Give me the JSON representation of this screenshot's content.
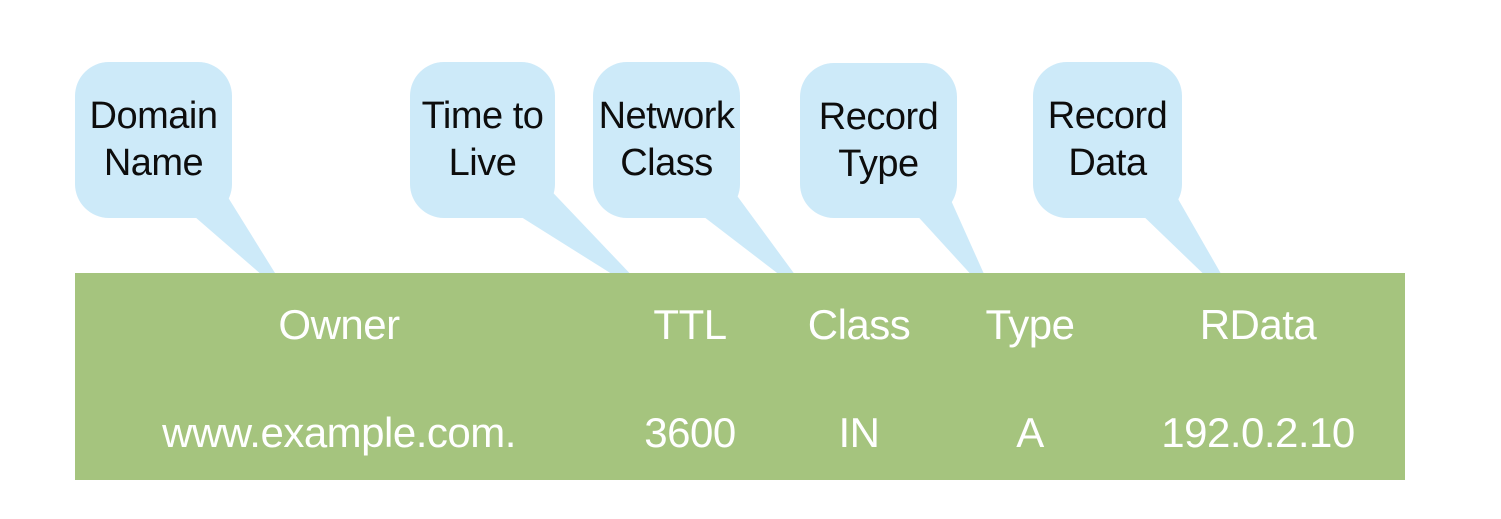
{
  "colors": {
    "bubble_fill": "#cdeaf9",
    "bar_fill": "#a5c47e",
    "bubble_text": "#0d0d0d",
    "bar_text": "#ffffff"
  },
  "callouts": [
    {
      "id": "domain-name",
      "lines": [
        "Domain",
        "Name"
      ]
    },
    {
      "id": "time-to-live",
      "lines": [
        "Time to",
        "Live"
      ]
    },
    {
      "id": "network-class",
      "lines": [
        "Network",
        "Class"
      ]
    },
    {
      "id": "record-type",
      "lines": [
        "Record",
        "Type"
      ]
    },
    {
      "id": "record-data",
      "lines": [
        "Record",
        "Data"
      ]
    }
  ],
  "record_table": {
    "headers": [
      "Owner",
      "TTL",
      "Class",
      "Type",
      "RData"
    ],
    "row": [
      "www.example.com.",
      "3600",
      "IN",
      "A",
      "192.0.2.10"
    ]
  }
}
